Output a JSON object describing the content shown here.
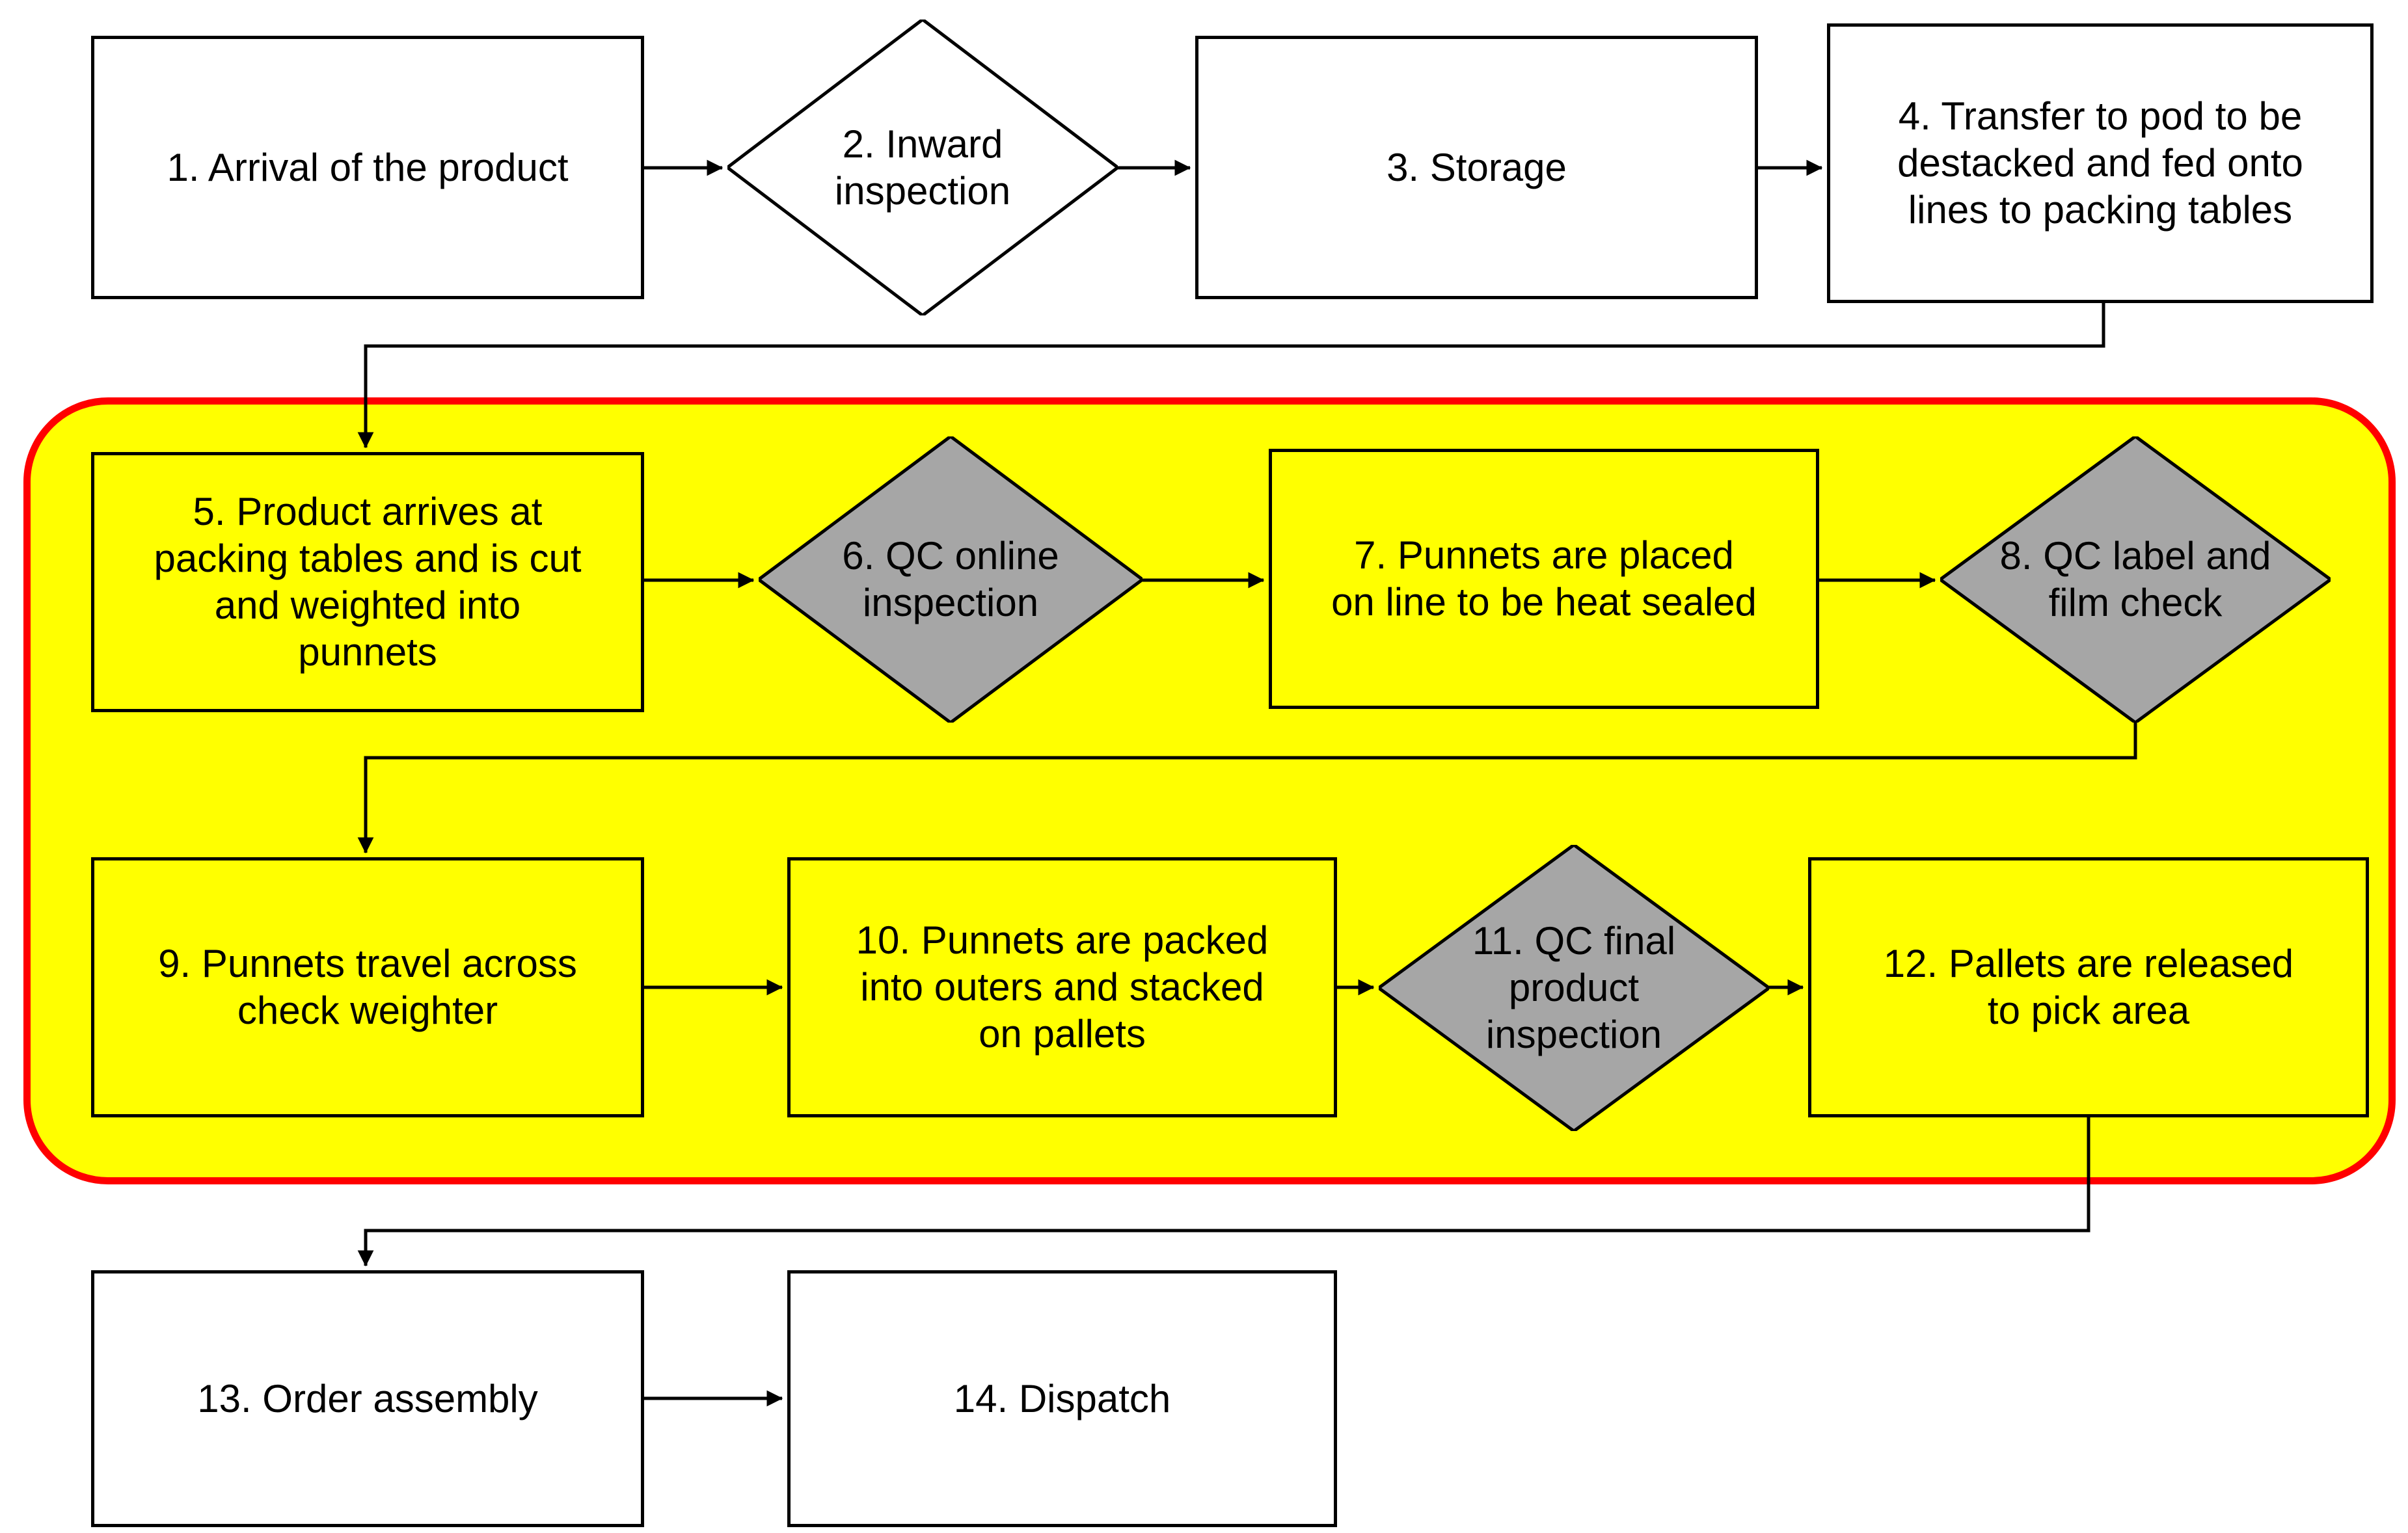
{
  "colors": {
    "node_fill": "#ffffff",
    "line_color": "#000000",
    "text_color": "#000000",
    "highlight_fill": "#ffff00",
    "highlight_border": "#ff0000",
    "qc_fill": "#a6a6a6"
  },
  "nodes": {
    "n1": {
      "type": "process",
      "label": "1. Arrival of the product"
    },
    "n2": {
      "type": "decision",
      "label": "2. Inward\ninspection"
    },
    "n3": {
      "type": "process",
      "label": "3. Storage"
    },
    "n4": {
      "type": "process",
      "label": "4. Transfer to pod to be\ndestacked and fed onto\nlines to packing tables"
    },
    "n5": {
      "type": "process",
      "label": "5. Product arrives at\npacking tables and is cut\nand weighted into\npunnets"
    },
    "n6": {
      "type": "decision",
      "label": "6. QC online\ninspection"
    },
    "n7": {
      "type": "process",
      "label": "7. Punnets are placed\non line to be heat sealed"
    },
    "n8": {
      "type": "decision",
      "label": "8. QC label and\nfilm check"
    },
    "n9": {
      "type": "process",
      "label": "9. Punnets travel across\ncheck weighter"
    },
    "n10": {
      "type": "process",
      "label": "10. Punnets are packed\ninto outers and stacked\non pallets"
    },
    "n11": {
      "type": "decision",
      "label": "11. QC final\nproduct\ninspection"
    },
    "n12": {
      "type": "process",
      "label": "12. Pallets are released\nto pick area"
    },
    "n13": {
      "type": "process",
      "label": "13. Order assembly"
    },
    "n14": {
      "type": "process",
      "label": "14. Dispatch"
    }
  },
  "edges": [
    {
      "from": "n1",
      "to": "n2"
    },
    {
      "from": "n2",
      "to": "n3"
    },
    {
      "from": "n3",
      "to": "n4"
    },
    {
      "from": "n4",
      "to": "n5"
    },
    {
      "from": "n5",
      "to": "n6"
    },
    {
      "from": "n6",
      "to": "n7"
    },
    {
      "from": "n7",
      "to": "n8"
    },
    {
      "from": "n8",
      "to": "n9"
    },
    {
      "from": "n9",
      "to": "n10"
    },
    {
      "from": "n10",
      "to": "n11"
    },
    {
      "from": "n11",
      "to": "n12"
    },
    {
      "from": "n12",
      "to": "n13"
    },
    {
      "from": "n13",
      "to": "n14"
    }
  ]
}
